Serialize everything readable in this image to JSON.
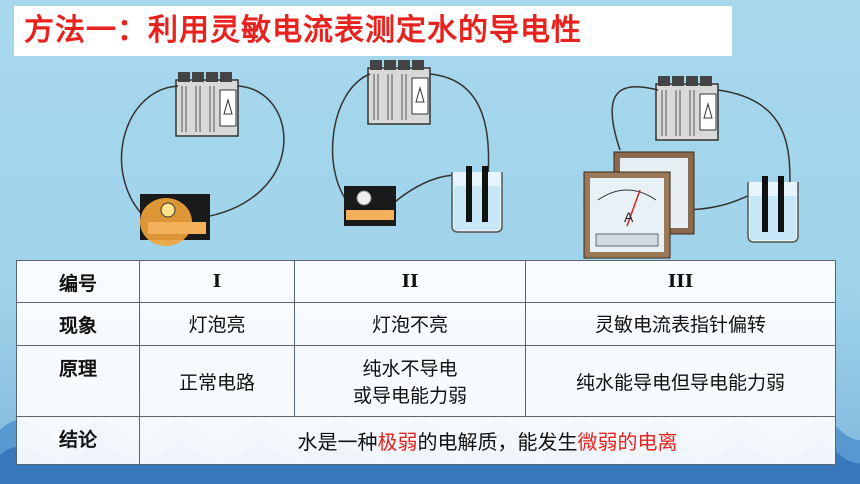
{
  "title": "方法一：利用灵敏电流表测定水的导电性",
  "colors": {
    "title_text": "#e8231f",
    "highlight": "#e8231f",
    "background": "#a8d8ec"
  },
  "diagrams": {
    "setup_1": {
      "components": [
        "battery",
        "lit-bulb"
      ]
    },
    "setup_2": {
      "components": [
        "battery",
        "unlit-bulb",
        "beaker-pure-water"
      ]
    },
    "setup_3": {
      "components": [
        "battery",
        "galvanometer",
        "beaker-pure-water"
      ]
    }
  },
  "table": {
    "headers": {
      "row_label": "编号",
      "col1": "I",
      "col2": "II",
      "col3": "III"
    },
    "rows": {
      "phenomenon": {
        "label": "现象",
        "c1": "灯泡亮",
        "c2": "灯泡不亮",
        "c3": "灵敏电流表指针偏转"
      },
      "principle": {
        "label": "原理",
        "c1": "正常电路",
        "c2_line1": "纯水不导电",
        "c2_line2": "或导电能力弱",
        "c3": "纯水能导电但导电能力弱"
      },
      "conclusion": {
        "label": "结论",
        "part1": "水是一种",
        "part2_red": "极弱",
        "part3": "的电解质，能发生",
        "part4_red": "微弱的电离"
      }
    }
  }
}
